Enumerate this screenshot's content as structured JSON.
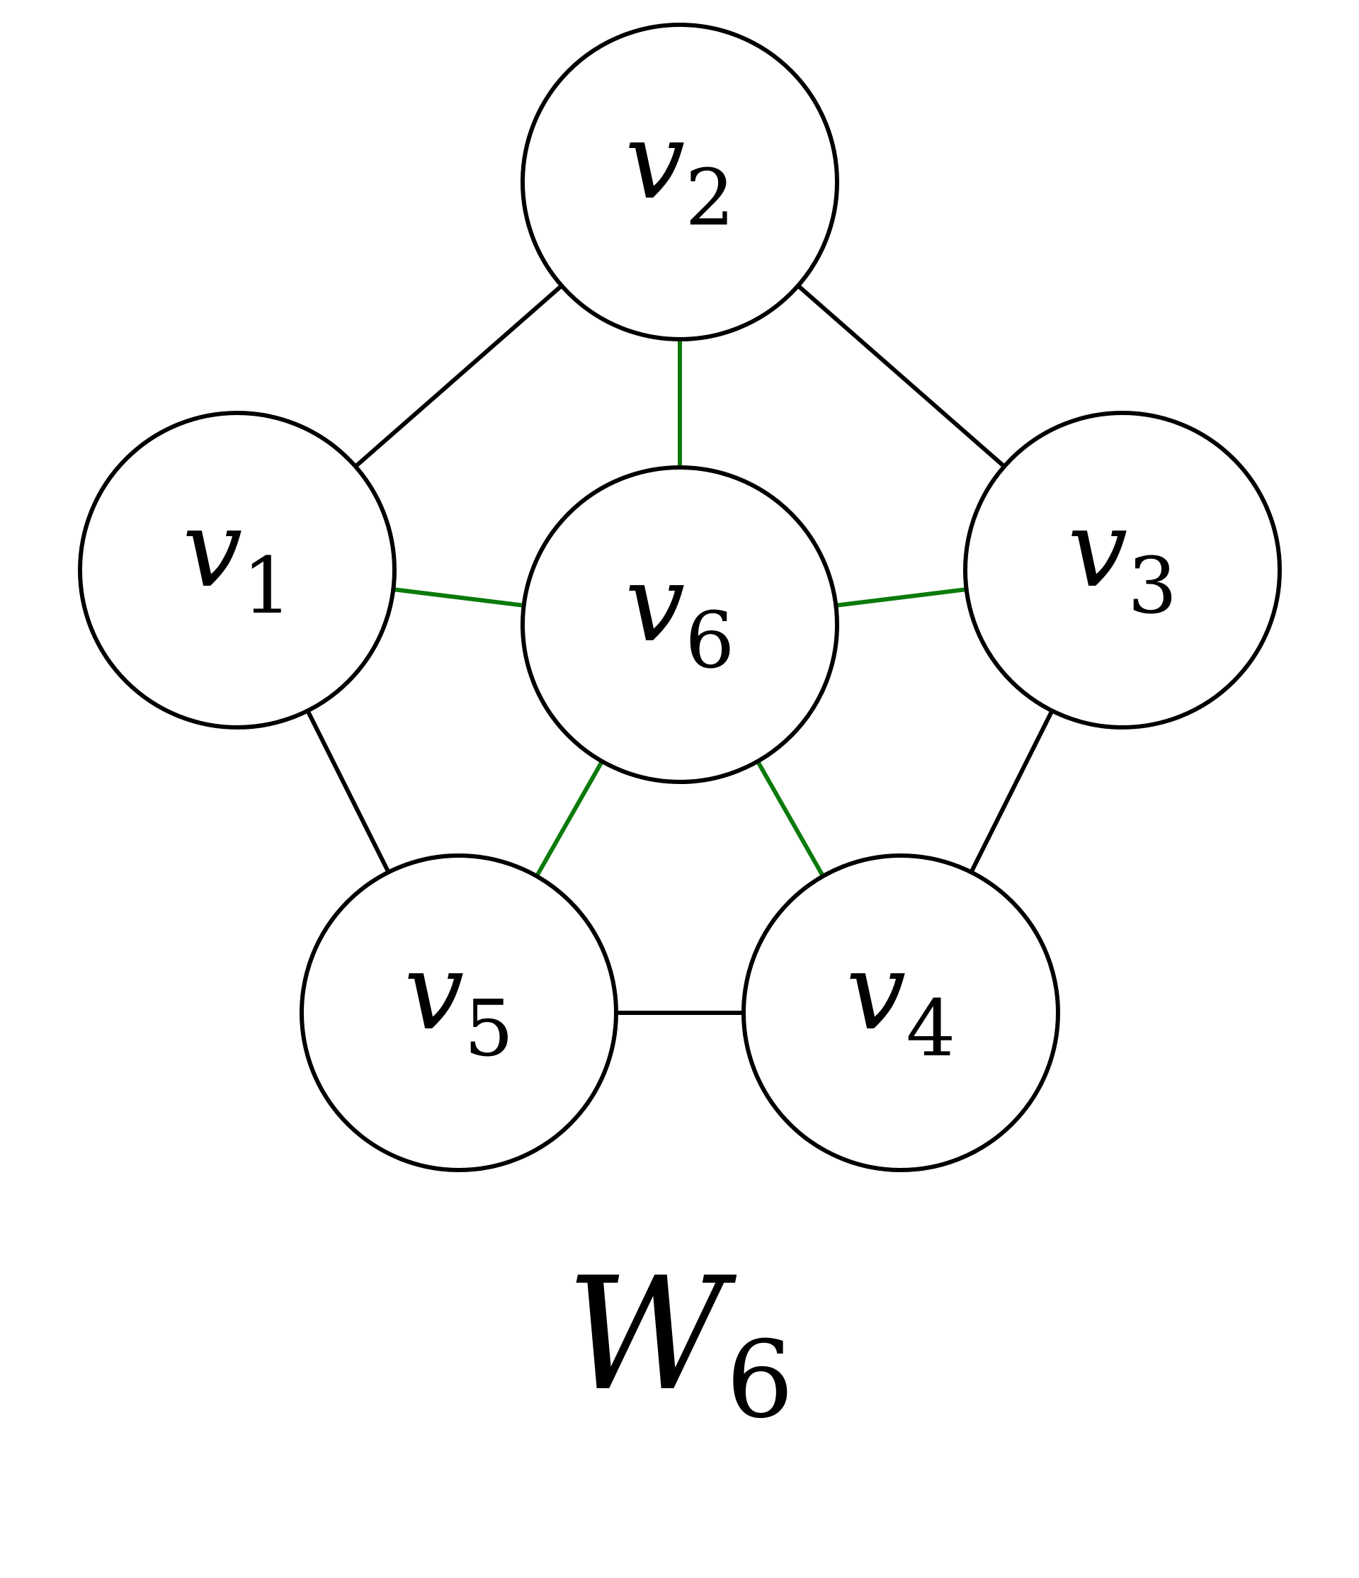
{
  "graph": {
    "caption": {
      "main": "W",
      "sub": "6"
    },
    "colors": {
      "spoke": "#0a7a0a",
      "rim": "#000000"
    },
    "nodes": [
      {
        "id": "v1",
        "main": "v",
        "sub": "1"
      },
      {
        "id": "v2",
        "main": "v",
        "sub": "2"
      },
      {
        "id": "v3",
        "main": "v",
        "sub": "3"
      },
      {
        "id": "v4",
        "main": "v",
        "sub": "4"
      },
      {
        "id": "v5",
        "main": "v",
        "sub": "5"
      },
      {
        "id": "v6",
        "main": "v",
        "sub": "6"
      }
    ],
    "edges": [
      {
        "from": "v1",
        "to": "v2",
        "kind": "rim"
      },
      {
        "from": "v2",
        "to": "v3",
        "kind": "rim"
      },
      {
        "from": "v3",
        "to": "v4",
        "kind": "rim"
      },
      {
        "from": "v4",
        "to": "v5",
        "kind": "rim"
      },
      {
        "from": "v5",
        "to": "v1",
        "kind": "rim"
      },
      {
        "from": "v6",
        "to": "v1",
        "kind": "spoke"
      },
      {
        "from": "v6",
        "to": "v2",
        "kind": "spoke"
      },
      {
        "from": "v6",
        "to": "v3",
        "kind": "spoke"
      },
      {
        "from": "v6",
        "to": "v4",
        "kind": "spoke"
      },
      {
        "from": "v6",
        "to": "v5",
        "kind": "spoke"
      }
    ]
  }
}
